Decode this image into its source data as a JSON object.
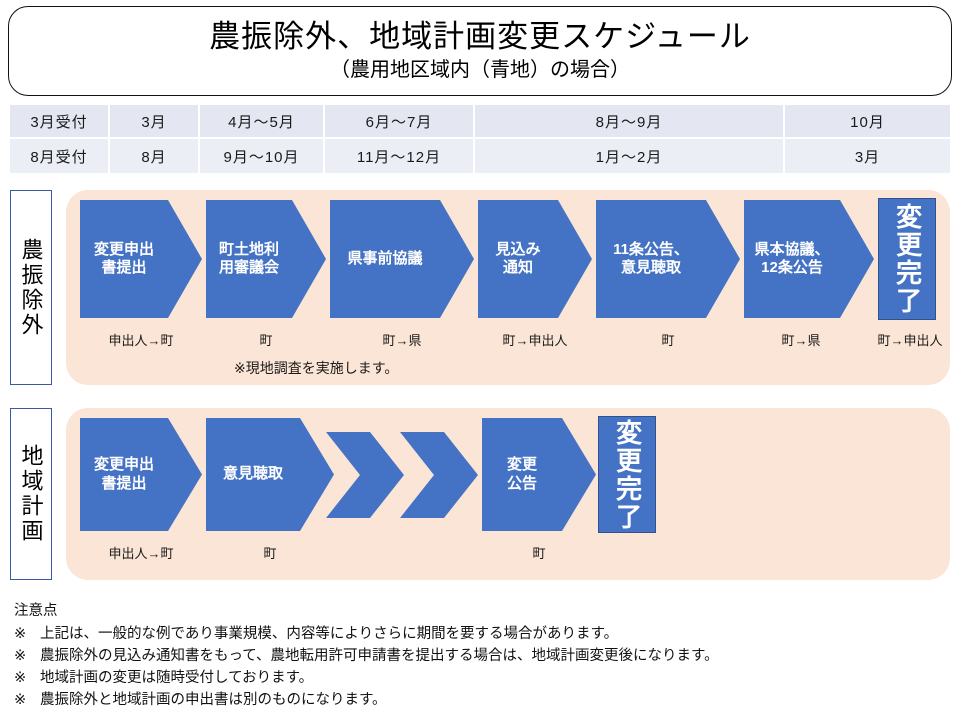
{
  "title": {
    "main": "農振除外、地域計画変更スケジュール",
    "sub": "（農用地区域内（青地）の場合）"
  },
  "schedule_table": {
    "rows": [
      {
        "label": "3月受付",
        "cells": [
          "3月",
          "4月～5月",
          "6月～7月",
          "8月～9月",
          "10月"
        ]
      },
      {
        "label": "8月受付",
        "cells": [
          "8月",
          "9月～10月",
          "11月～12月",
          "1月～2月",
          "3月"
        ]
      }
    ]
  },
  "sections": [
    {
      "side_label": "農振除外",
      "steps": [
        {
          "text": "変更申出\n書提出",
          "line1": "変更申出",
          "line2": "書提出",
          "actor": "申出人→町",
          "shape": "pentagon"
        },
        {
          "text": "町土地利\n用審議会",
          "line1": "町土地利",
          "line2": "用審議会",
          "actor": "町",
          "shape": "pentagon"
        },
        {
          "text": "県事前協議",
          "line1": "県事前協議",
          "line2": "",
          "actor": "町→県",
          "shape": "pentagon"
        },
        {
          "text": "見込み\n通知",
          "line1": "見込み",
          "line2": "通知",
          "actor": "町→申出人",
          "shape": "pentagon"
        },
        {
          "text": "11条公告、\n意見聴取",
          "line1": "11条公告、",
          "line2": "意見聴取",
          "actor": "町",
          "shape": "pentagon"
        },
        {
          "text": "県本協議、\n12条公告",
          "line1": "県本協議、",
          "line2": "12条公告",
          "actor": "町→県",
          "shape": "pentagon"
        },
        {
          "text": "変更完了",
          "line1": "変更完了",
          "line2": "",
          "actor": "町→申出人",
          "shape": "done-box"
        }
      ],
      "inline_note": "※現地調査を実施します。"
    },
    {
      "side_label": "地域計画",
      "steps": [
        {
          "text": "変更申出\n書提出",
          "line1": "変更申出",
          "line2": "書提出",
          "actor": "申出人→町",
          "shape": "pentagon"
        },
        {
          "text": "意見聴取",
          "line1": "意見聴取",
          "line2": "",
          "actor": "町",
          "shape": "pentagon"
        },
        {
          "text": "",
          "line1": "",
          "line2": "",
          "actor": "",
          "shape": "chevron"
        },
        {
          "text": "",
          "line1": "",
          "line2": "",
          "actor": "",
          "shape": "chevron"
        },
        {
          "text": "変更\n公告",
          "line1": "変更",
          "line2": "公告",
          "actor": "町",
          "shape": "pentagon"
        },
        {
          "text": "変更完了",
          "line1": "変更完了",
          "line2": "",
          "actor": "",
          "shape": "done-box"
        }
      ],
      "inline_note": ""
    }
  ],
  "notes": {
    "heading": "注意点",
    "mark": "※",
    "items": [
      "上記は、一般的な例であり事業規模、内容等によりさらに期間を要する場合があります。",
      "農振除外の見込み通知書をもって、農地転用許可申請書を提出する場合は、地域計画変更後になります。",
      "地域計画の変更は随時受付しております。",
      "農振除外と地域計画の申出書は別のものになります。"
    ]
  },
  "colors": {
    "arrow_blue": "#4472C4",
    "arrow_border": "#2F528F",
    "panel_peach": "#FBE5D6",
    "table_row1": "#E4E7F2",
    "table_row2": "#ECEEF6",
    "side_label_border": "#3A5AA0"
  }
}
